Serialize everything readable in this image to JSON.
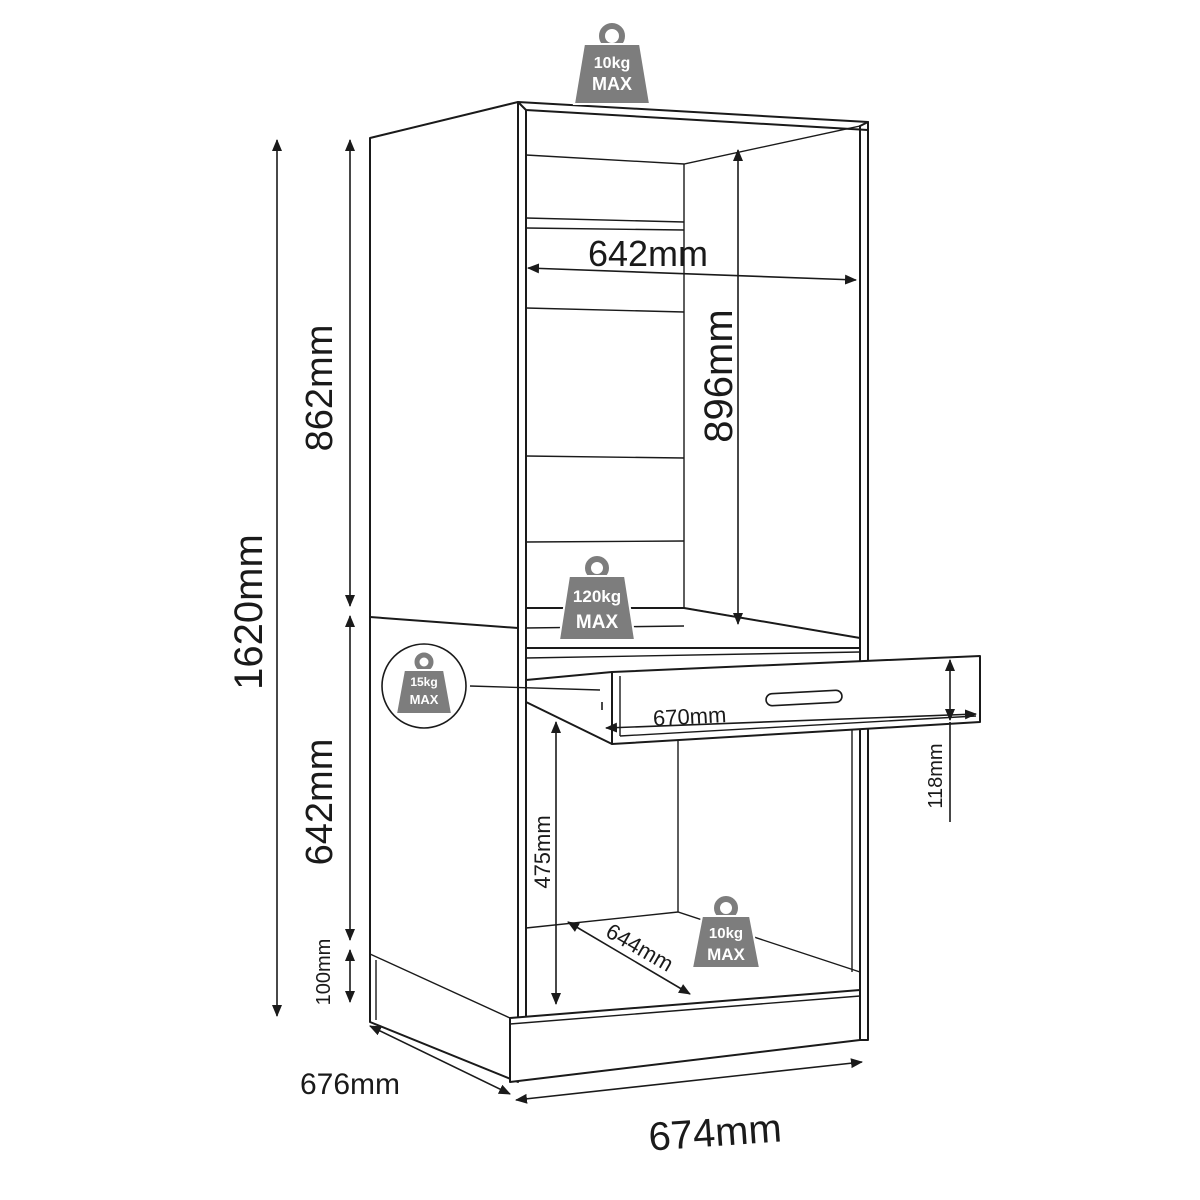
{
  "colors": {
    "line": "#1a1a1a",
    "weight_fill": "#7d7d7d",
    "background": "#ffffff"
  },
  "dimensions": {
    "total_height": "1620mm",
    "upper_height": "862mm",
    "lower_height": "642mm",
    "plinth_height": "100mm",
    "depth": "676mm",
    "width": "674mm",
    "inner_width": "642mm",
    "inner_height": "896mm",
    "drawer_width": "670mm",
    "drawer_height": "118mm",
    "lower_inner_height": "475mm",
    "lower_inner_depth": "644mm"
  },
  "weights": {
    "top": {
      "value": "10kg",
      "unit": "MAX",
      "icon": "weight-icon"
    },
    "shelf": {
      "value": "120kg",
      "unit": "MAX",
      "icon": "weight-icon"
    },
    "drawer": {
      "value": "15kg",
      "unit": "MAX",
      "icon": "weight-icon"
    },
    "bottom": {
      "value": "10kg",
      "unit": "MAX",
      "icon": "weight-icon"
    }
  }
}
